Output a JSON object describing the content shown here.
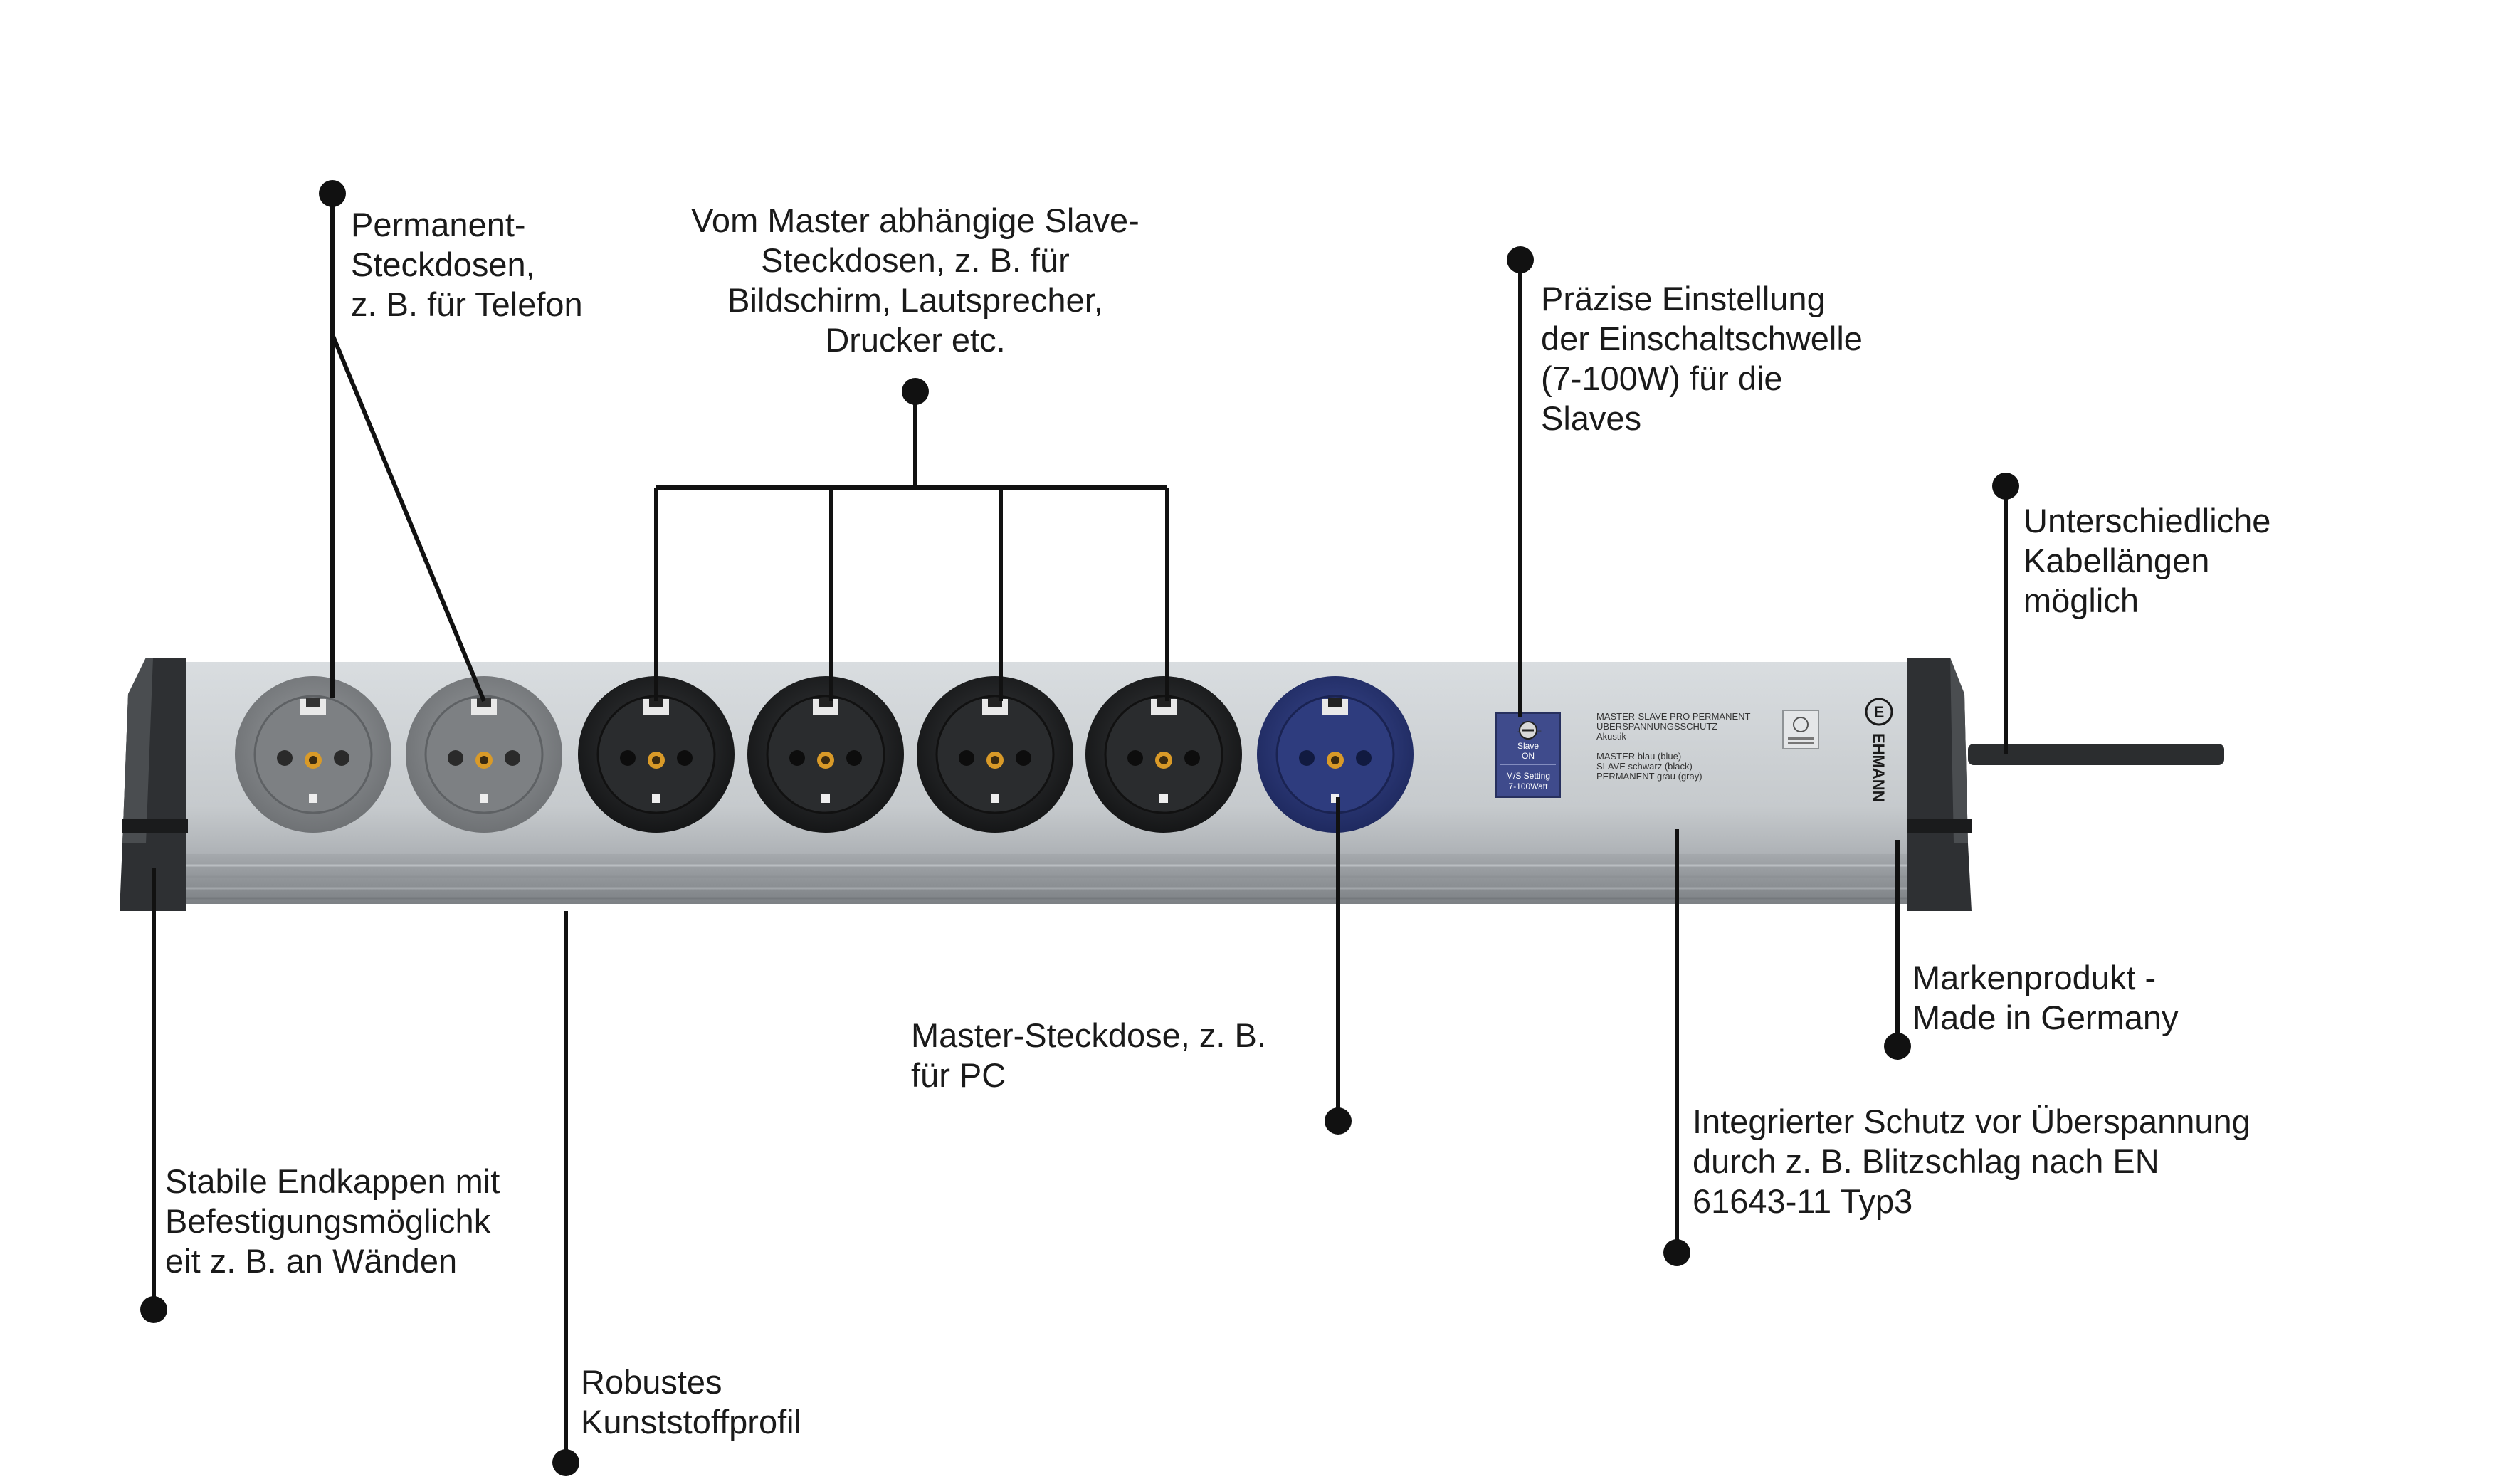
{
  "annotations": {
    "permanent_sockets": [
      "Permanent-",
      "Steckdosen,",
      "z. B. für Telefon"
    ],
    "slave_sockets": [
      "Vom Master abhängige Slave-",
      "Steckdosen, z. B. für",
      "Bildschirm, Lautsprecher,",
      "Drucker etc."
    ],
    "threshold_setting": [
      "Präzise Einstellung",
      "der Einschaltschwelle",
      "(7-100W) für die",
      "Slaves"
    ],
    "cable_lengths": [
      "Unterschiedliche",
      "Kabellängen",
      "möglich"
    ],
    "brand_product": [
      "Markenprodukt -",
      "Made in Germany"
    ],
    "master_socket": [
      "Master-Steckdose, z. B.",
      "für PC"
    ],
    "surge_protection": [
      "Integrierter Schutz vor Überspannung",
      "durch z. B. Blitzschlag nach EN",
      "61643-11 Typ3"
    ],
    "end_caps": [
      "Stabile Endkappen mit",
      "Befestigungsmöglichk",
      "eit z. B. an Wänden"
    ],
    "profile": [
      "Robustes",
      "Kunststoffprofil"
    ]
  },
  "device": {
    "switch_label": {
      "title": "Slave",
      "state": "ON",
      "setting": "M/S Setting",
      "range": "7-100Watt"
    },
    "info_text": {
      "line1": "MASTER-SLAVE PRO PERMANENT",
      "line2": "ÜBERSPANNUNGSSCHUTZ",
      "line3": "Akustik",
      "line4": "MASTER blau (blue)",
      "line5": "SLAVE schwarz (black)",
      "line6": "PERMANENT grau (gray)"
    },
    "brand": "EHMANN",
    "logo_letter": "E",
    "socket_colors": {
      "permanent": "#8a8d90",
      "slave": "#2a2c2e",
      "master": "#2e3c7e"
    }
  }
}
